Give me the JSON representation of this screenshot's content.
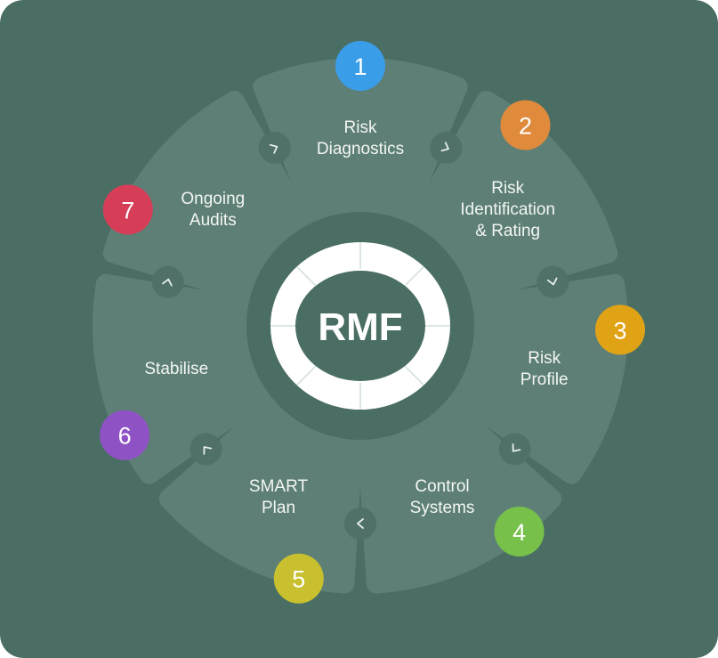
{
  "center": {
    "title": "RMF"
  },
  "steps": [
    {
      "number": "1",
      "lines": [
        "Risk",
        "Diagnostics"
      ],
      "color": "#3a9de8"
    },
    {
      "number": "2",
      "lines": [
        "Risk",
        "Identification",
        "& Rating"
      ],
      "color": "#e08a3c"
    },
    {
      "number": "3",
      "lines": [
        "Risk",
        "Profile"
      ],
      "color": "#e0a316"
    },
    {
      "number": "4",
      "lines": [
        "Control",
        "Systems"
      ],
      "color": "#77c04a"
    },
    {
      "number": "5",
      "lines": [
        "SMART",
        "Plan"
      ],
      "color": "#c8c02e"
    },
    {
      "number": "6",
      "lines": [
        "Stabilise"
      ],
      "color": "#8f52c4"
    },
    {
      "number": "7",
      "lines": [
        "Ongoing",
        "Audits"
      ],
      "color": "#d63e57"
    }
  ],
  "colors": {
    "background": "#4a6e64",
    "segment": "#5e7f76",
    "connector": "#4f7168",
    "ring": "#ffffff"
  }
}
